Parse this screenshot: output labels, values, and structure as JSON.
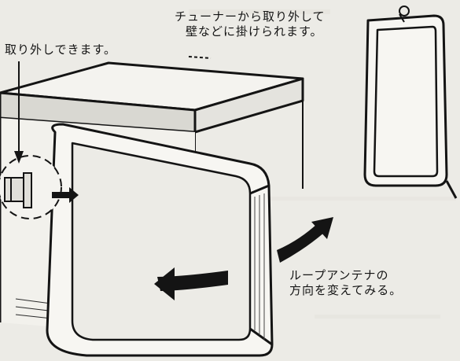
{
  "captions": {
    "detach": "取り外しできます。",
    "hang_line1": "チューナーから取り外して",
    "hang_line2": "壁などに掛けられます。",
    "direction_line1": "ループアンテナの",
    "direction_line2": "方向を変えてみる。"
  }
}
